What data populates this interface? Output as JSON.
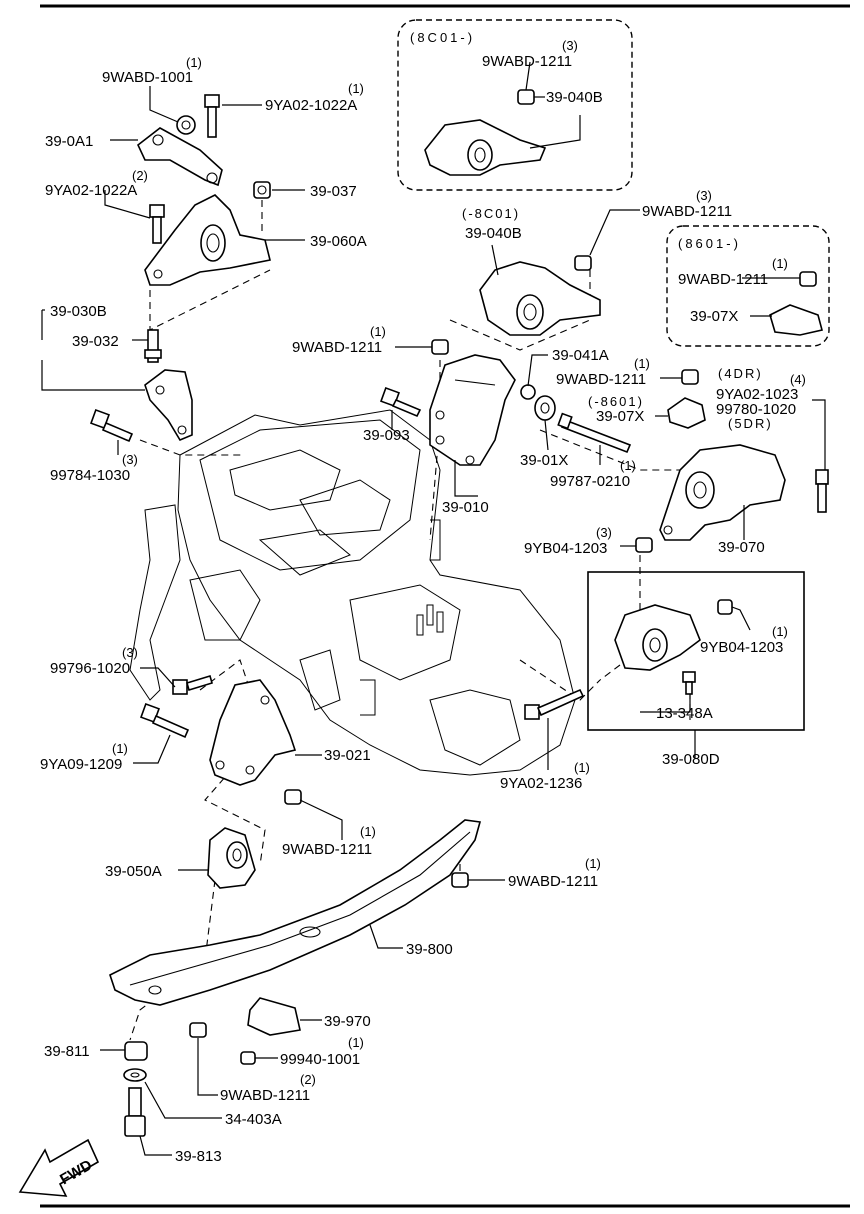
{
  "callouts": [
    {
      "id": "c1",
      "part": "9WABD-1001",
      "qty": "(1)"
    },
    {
      "id": "c2",
      "part": "9YA02-1022A",
      "qty": "(1)"
    },
    {
      "id": "c3",
      "part": "39-0A1",
      "qty": ""
    },
    {
      "id": "c4",
      "part": "9YA02-1022A",
      "qty": "(2)"
    },
    {
      "id": "c5",
      "part": "39-037",
      "qty": ""
    },
    {
      "id": "c6",
      "part": "39-060A",
      "qty": ""
    },
    {
      "id": "c7",
      "part": "39-030B",
      "qty": ""
    },
    {
      "id": "c8",
      "part": "39-032",
      "qty": ""
    },
    {
      "id": "c9",
      "part": "99784-1030",
      "qty": "(3)"
    },
    {
      "id": "c10",
      "part": "9WABD-1211",
      "qty": "(3)"
    },
    {
      "id": "c11",
      "part": "39-040B",
      "qty": ""
    },
    {
      "id": "c12",
      "part": "39-040B",
      "qty": ""
    },
    {
      "id": "c13",
      "part": "9WABD-1211",
      "qty": "(3)"
    },
    {
      "id": "c14",
      "part": "9WABD-1211",
      "qty": "(1)"
    },
    {
      "id": "c15",
      "part": "39-07X",
      "qty": ""
    },
    {
      "id": "c16",
      "part": "9WABD-1211",
      "qty": "(1)"
    },
    {
      "id": "c17",
      "part": "39-041A",
      "qty": ""
    },
    {
      "id": "c18",
      "part": "9WABD-1211",
      "qty": "(1)"
    },
    {
      "id": "c19",
      "part": "9YA02-1023",
      "qty": "(4)"
    },
    {
      "id": "c20",
      "part": "99780-1020",
      "qty": ""
    },
    {
      "id": "c21",
      "part": "39-07X",
      "qty": ""
    },
    {
      "id": "c22",
      "part": "39-093",
      "qty": ""
    },
    {
      "id": "c23",
      "part": "39-01X",
      "qty": ""
    },
    {
      "id": "c24",
      "part": "99787-0210",
      "qty": "(1)"
    },
    {
      "id": "c25",
      "part": "39-010",
      "qty": ""
    },
    {
      "id": "c26",
      "part": "9YB04-1203",
      "qty": "(3)"
    },
    {
      "id": "c27",
      "part": "39-070",
      "qty": ""
    },
    {
      "id": "c28",
      "part": "9YB04-1203",
      "qty": "(1)"
    },
    {
      "id": "c29",
      "part": "13-348A",
      "qty": ""
    },
    {
      "id": "c30",
      "part": "99796-1020",
      "qty": "(3)"
    },
    {
      "id": "c31",
      "part": "9YA09-1209",
      "qty": "(1)"
    },
    {
      "id": "c32",
      "part": "39-021",
      "qty": ""
    },
    {
      "id": "c33",
      "part": "9YA02-1236",
      "qty": "(1)"
    },
    {
      "id": "c34",
      "part": "39-080D",
      "qty": ""
    },
    {
      "id": "c35",
      "part": "9WABD-1211",
      "qty": "(1)"
    },
    {
      "id": "c36",
      "part": "39-050A",
      "qty": ""
    },
    {
      "id": "c37",
      "part": "9WABD-1211",
      "qty": "(1)"
    },
    {
      "id": "c38",
      "part": "39-800",
      "qty": ""
    },
    {
      "id": "c39",
      "part": "39-970",
      "qty": ""
    },
    {
      "id": "c40",
      "part": "39-811",
      "qty": ""
    },
    {
      "id": "c41",
      "part": "99940-1001",
      "qty": "(1)"
    },
    {
      "id": "c42",
      "part": "9WABD-1211",
      "qty": "(2)"
    },
    {
      "id": "c43",
      "part": "34-403A",
      "qty": ""
    },
    {
      "id": "c44",
      "part": "39-813",
      "qty": ""
    }
  ],
  "variants": {
    "box_8c01": "(8C01-)",
    "label_minus_8c01": "(-8C01)",
    "box_8601": "(8601-)",
    "label_minus_8601": "(-8601)",
    "label_4dr": "(4DR)",
    "label_5dr": "(5DR)"
  },
  "fwd_label": "FWD"
}
